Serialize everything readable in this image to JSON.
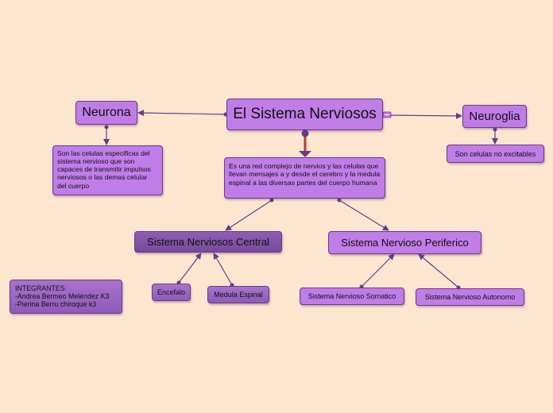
{
  "colors": {
    "background": "#fde6cf",
    "node_light": "#c07de8",
    "node_dark": "#8f5cb4",
    "connector": "#6a3a86",
    "main_connector": "#b03a3a"
  },
  "nodes": {
    "main": "El Sistema Nerviosos",
    "neurona": "Neurona",
    "neurona_desc": "Son las celulas especificas del sistema nervioso que son capaces de transmitir impulsos nerviosos o las demas celular del cuerpo",
    "neuroglia": "Neuroglia",
    "neuroglia_desc": "Son celulas no excitables",
    "definition": "Es una red complejo de nervios y las celulas que llevan mensajes a y desde el cerebro y la medula espinal a las diversas partes del cuerpo humana",
    "snc": "Sistema Nerviosos Central",
    "snp": "Sistema Nervioso Periferico",
    "encefalo": "Encefalo",
    "medula": "Medula Espinal",
    "somatico": "Sistema Nervioso Somatico",
    "autonomo": "Sistema Nervioso Autonomo",
    "integrantes": "INTEGRANTES\n-Andrea Bermeo Meléndez K3\n-Pierina Berru chiroque k3"
  }
}
